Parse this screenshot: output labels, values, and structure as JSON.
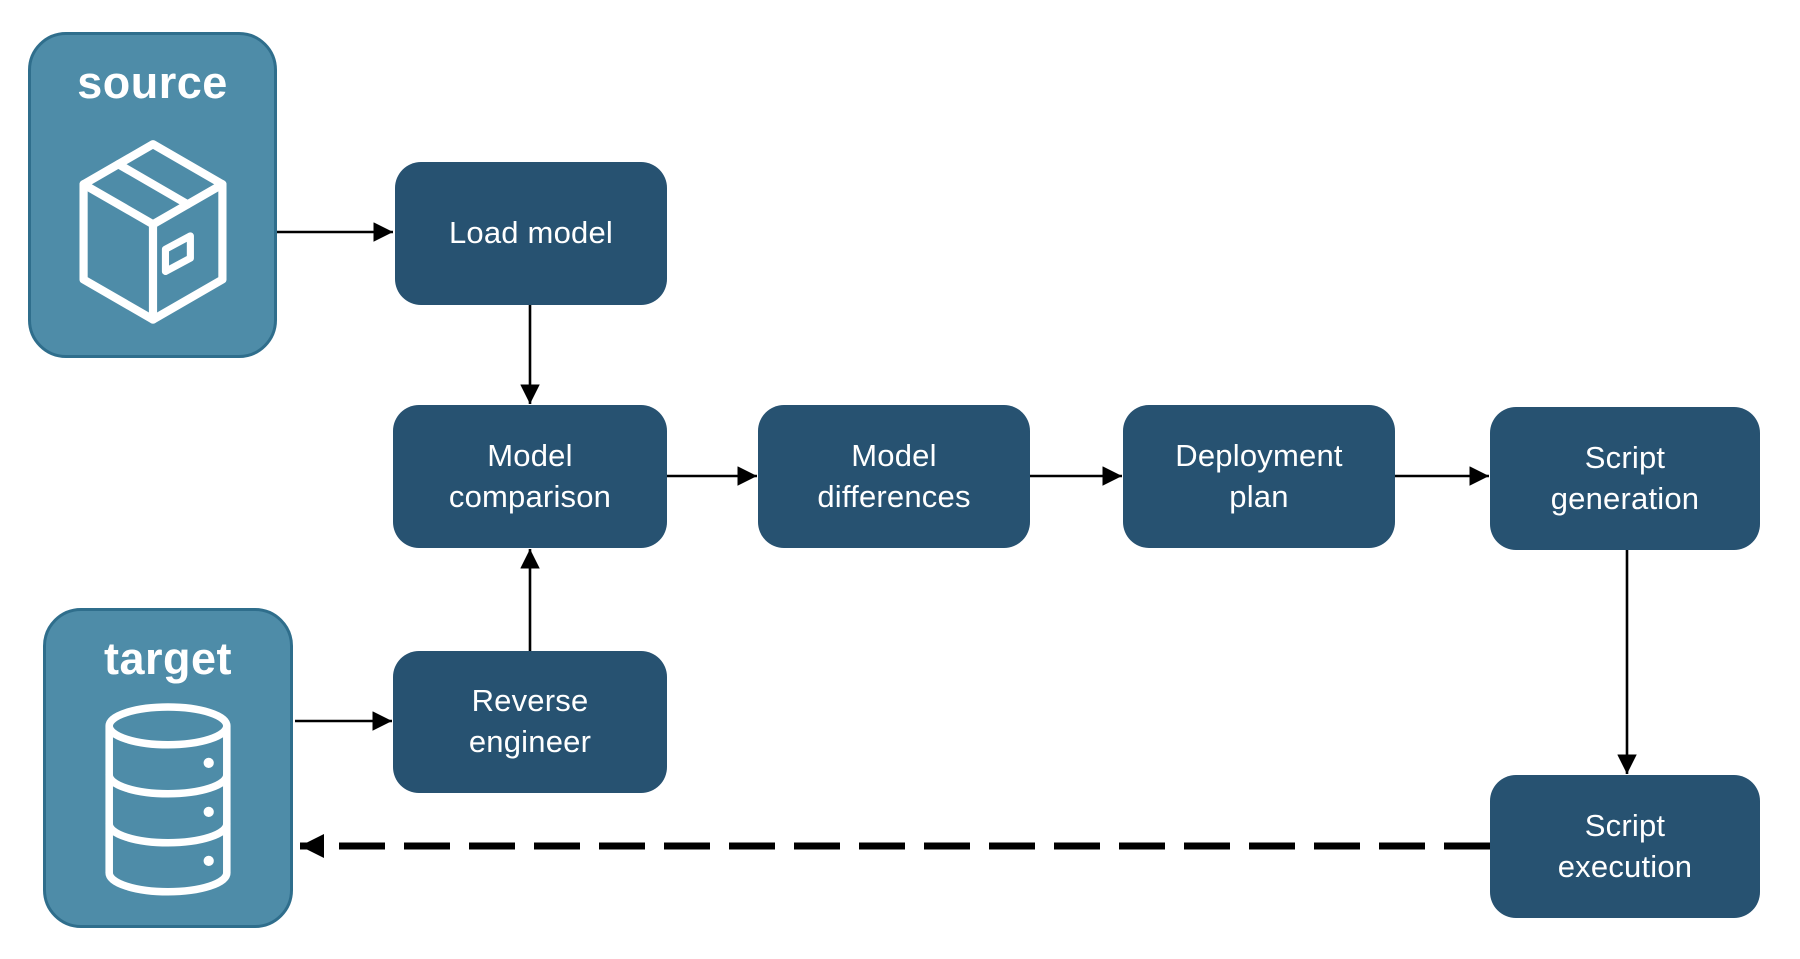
{
  "diagram_title": "",
  "endpoints": {
    "source": {
      "label": "source",
      "icon": "package-icon"
    },
    "target": {
      "label": "target",
      "icon": "database-icon"
    }
  },
  "nodes": {
    "load_model": {
      "label": "Load model"
    },
    "model_comparison": {
      "label": "Model comparison"
    },
    "model_differences": {
      "label": "Model differences"
    },
    "deployment_plan": {
      "label": "Deployment plan"
    },
    "script_generation": {
      "label": "Script generation"
    },
    "reverse_engineer": {
      "label": "Reverse engineer"
    },
    "script_execution": {
      "label": "Script execution"
    }
  },
  "connections": [
    {
      "from": "source",
      "to": "load_model",
      "style": "solid"
    },
    {
      "from": "load_model",
      "to": "model_comparison",
      "style": "solid"
    },
    {
      "from": "model_comparison",
      "to": "model_differences",
      "style": "solid"
    },
    {
      "from": "model_differences",
      "to": "deployment_plan",
      "style": "solid"
    },
    {
      "from": "deployment_plan",
      "to": "script_generation",
      "style": "solid"
    },
    {
      "from": "script_generation",
      "to": "script_execution",
      "style": "solid"
    },
    {
      "from": "reverse_engineer",
      "to": "model_comparison",
      "style": "solid"
    },
    {
      "from": "target",
      "to": "reverse_engineer",
      "style": "solid"
    },
    {
      "from": "script_execution",
      "to": "target",
      "style": "dashed"
    }
  ],
  "colors": {
    "node_fill": "#275271",
    "node_text": "#ffffff",
    "endpoint_fill": "#4E8CA8",
    "endpoint_border": "#2F6E8C",
    "connector": "#000000",
    "background": "#ffffff"
  }
}
